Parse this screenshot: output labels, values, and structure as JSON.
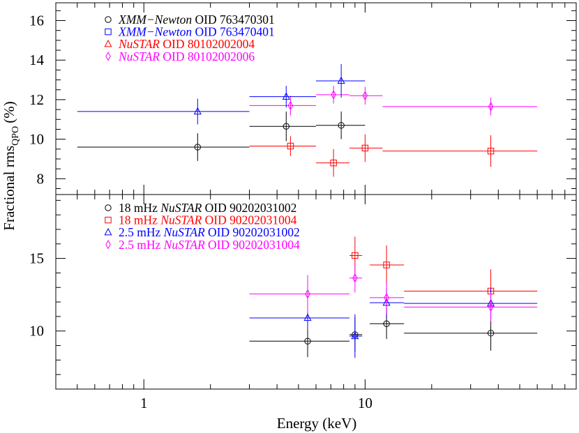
{
  "chart_data": [
    {
      "type": "scatter",
      "xlabel": "Energy (keV)",
      "ylabel": "Fractional rms",
      "ylabel_sub": "QPO",
      "ylabel_unit": "(%)",
      "xscale": "log",
      "xlim": [
        0.4,
        90
      ],
      "ylim": [
        7.2,
        16.9
      ],
      "xticks": [
        1,
        10
      ],
      "yticks": [
        8,
        10,
        12,
        14,
        16
      ],
      "legend_position": "top-left",
      "series": [
        {
          "name": "XMM−Newton OID 763470301",
          "legend": {
            "italic": "XMM−Newton",
            "rest": " OID 763470301"
          },
          "color": "#000000",
          "marker": "circle",
          "points": [
            {
              "x": 1.75,
              "xlo": 0.5,
              "xhi": 3.0,
              "y": 9.6,
              "yerr": 0.7
            },
            {
              "x": 4.4,
              "xlo": 3.0,
              "xhi": 6.0,
              "y": 10.65,
              "yerr": 0.75
            },
            {
              "x": 7.8,
              "xlo": 6.0,
              "xhi": 10.0,
              "y": 10.7,
              "yerr": 0.7
            }
          ]
        },
        {
          "name": "XMM−Newton OID 763470401",
          "legend": {
            "italic": "XMM−Newton",
            "rest": " OID 763470401"
          },
          "color": "#0000ff",
          "marker": "square",
          "points": []
        },
        {
          "name": "NuSTAR OID 80102002004",
          "legend": {
            "italic": "NuSTAR",
            "rest": " OID 80102002004"
          },
          "color": "#ff0000",
          "marker": "triangle",
          "points": []
        },
        {
          "name": "NuSTAR OID 80102002006",
          "legend": {
            "italic": "NuSTAR",
            "rest": " OID 80102002006"
          },
          "color": "#ff00ff",
          "marker": "diamond",
          "points": [
            {
              "x": 4.6,
              "xlo": 3.0,
              "xhi": 6.0,
              "y": 11.7,
              "yerr": 0.5
            },
            {
              "x": 7.2,
              "xlo": 6.0,
              "xhi": 8.5,
              "y": 12.25,
              "yerr": 0.45
            },
            {
              "x": 10.0,
              "xlo": 8.5,
              "xhi": 12.0,
              "y": 12.2,
              "yerr": 0.45
            },
            {
              "x": 37.0,
              "xlo": 12.0,
              "xhi": 60.0,
              "y": 11.65,
              "yerr": 0.45
            }
          ]
        },
        {
          "name": "blue triangles",
          "legend": null,
          "color": "#0000ff",
          "marker": "triangle",
          "points": [
            {
              "x": 1.75,
              "xlo": 0.5,
              "xhi": 3.0,
              "y": 11.4,
              "yerr": 0.65
            },
            {
              "x": 4.4,
              "xlo": 3.0,
              "xhi": 6.0,
              "y": 12.15,
              "yerr": 0.55
            },
            {
              "x": 7.8,
              "xlo": 6.0,
              "xhi": 10.0,
              "y": 12.95,
              "yerr": 0.85
            }
          ]
        },
        {
          "name": "red squares",
          "legend": null,
          "color": "#ff0000",
          "marker": "square",
          "points": [
            {
              "x": 4.6,
              "xlo": 3.0,
              "xhi": 6.0,
              "y": 9.65,
              "yerr": 0.5
            },
            {
              "x": 7.2,
              "xlo": 6.0,
              "xhi": 8.5,
              "y": 8.8,
              "yerr": 0.7
            },
            {
              "x": 10.0,
              "xlo": 8.5,
              "xhi": 12.0,
              "y": 9.55,
              "yerr": 0.7
            },
            {
              "x": 37.0,
              "xlo": 12.0,
              "xhi": 60.0,
              "y": 9.4,
              "yerr": 0.8
            }
          ]
        }
      ]
    },
    {
      "type": "scatter",
      "xlabel": "Energy (keV)",
      "xscale": "log",
      "xlim": [
        0.4,
        90
      ],
      "ylim": [
        6,
        19.4
      ],
      "xticks": [
        1,
        10
      ],
      "yticks": [
        10,
        15
      ],
      "legend_position": "top-left",
      "series": [
        {
          "name": "18 mHz NuSTAR OID 90202031002",
          "legend": {
            "pre": "18 mHz ",
            "italic": "NuSTAR",
            "rest": " OID 90202031002"
          },
          "color": "#000000",
          "marker": "circle",
          "points": [
            {
              "x": 5.5,
              "xlo": 3.0,
              "xhi": 8.5,
              "y": 9.3,
              "yerr": 1.1
            },
            {
              "x": 9.0,
              "xlo": 8.5,
              "xhi": 9.7,
              "y": 9.75,
              "yerr": 1.2
            },
            {
              "x": 12.5,
              "xlo": 10.5,
              "xhi": 15.0,
              "y": 10.5,
              "yerr": 1.05
            },
            {
              "x": 37.0,
              "xlo": 15.0,
              "xhi": 60.0,
              "y": 9.85,
              "yerr": 1.2
            }
          ]
        },
        {
          "name": "18 mHz NuSTAR OID 90202031004",
          "legend": {
            "pre": "18 mHz ",
            "italic": "NuSTAR",
            "rest": " OID 90202031004"
          },
          "color": "#ff0000",
          "marker": "square",
          "points": [
            {
              "x": 9.0,
              "xlo": 8.5,
              "xhi": 9.7,
              "y": 15.2,
              "yerr": 1.3
            },
            {
              "x": 12.5,
              "xlo": 10.5,
              "xhi": 15.0,
              "y": 14.55,
              "yerr": 1.35
            },
            {
              "x": 37.0,
              "xlo": 15.0,
              "xhi": 60.0,
              "y": 12.75,
              "yerr": 1.5
            }
          ]
        },
        {
          "name": "2.5 mHz NuSTAR OID 90202031002",
          "legend": {
            "pre": "2.5 mHz ",
            "italic": "NuSTAR",
            "rest": " OID 90202031002"
          },
          "color": "#0000ff",
          "marker": "triangle",
          "points": [
            {
              "x": 5.5,
              "xlo": 3.0,
              "xhi": 8.5,
              "y": 10.9,
              "yerr": 0.85
            },
            {
              "x": 9.0,
              "xlo": 8.5,
              "xhi": 9.7,
              "y": 9.65,
              "yerr": 1.5
            },
            {
              "x": 12.5,
              "xlo": 10.5,
              "xhi": 15.0,
              "y": 11.95,
              "yerr": 1.0
            },
            {
              "x": 37.0,
              "xlo": 15.0,
              "xhi": 60.0,
              "y": 11.9,
              "yerr": 1.05
            }
          ]
        },
        {
          "name": "2.5 mHz NuSTAR OID 90202031004",
          "legend": {
            "pre": "2.5 mHz ",
            "italic": "NuSTAR",
            "rest": " OID 90202031004"
          },
          "color": "#ff00ff",
          "marker": "diamond",
          "points": [
            {
              "x": 5.5,
              "xlo": 3.0,
              "xhi": 8.5,
              "y": 12.55,
              "yerr": 1.3
            },
            {
              "x": 9.0,
              "xlo": 8.5,
              "xhi": 9.7,
              "y": 13.65,
              "yerr": 1.0
            },
            {
              "x": 12.5,
              "xlo": 10.5,
              "xhi": 15.0,
              "y": 12.3,
              "yerr": 1.15
            },
            {
              "x": 37.0,
              "xlo": 15.0,
              "xhi": 60.0,
              "y": 11.65,
              "yerr": 1.0
            }
          ]
        }
      ]
    }
  ]
}
